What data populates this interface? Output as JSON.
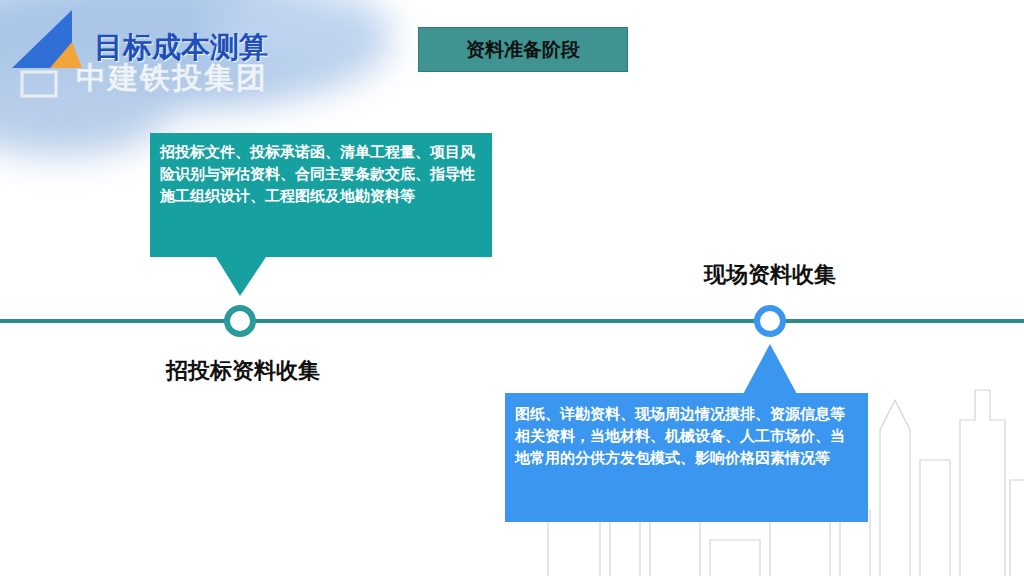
{
  "diagram": {
    "title": "目标成本测算",
    "nodes": [
      {
        "text": [
          "资料准备阶段"
        ]
      },
      {
        "text": [
          "招投标文件、投标承诺函、清单工程量、项目风险识别与评估资料、合同主要条款交底、指导性施工组织设计、工程图纸及地勘资料等"
        ]
      },
      {
        "text": [
          "图纸、详勘资料、现场周边情况摸排、资源信息等相关资料，当地材料、机械设备、人工市场价、当地常用的分供方发包模式、影响价格因素情况等"
        ]
      }
    ],
    "labels": [
      "中建铁投集团",
      "招投标资料收集",
      "现场资料收集"
    ]
  }
}
